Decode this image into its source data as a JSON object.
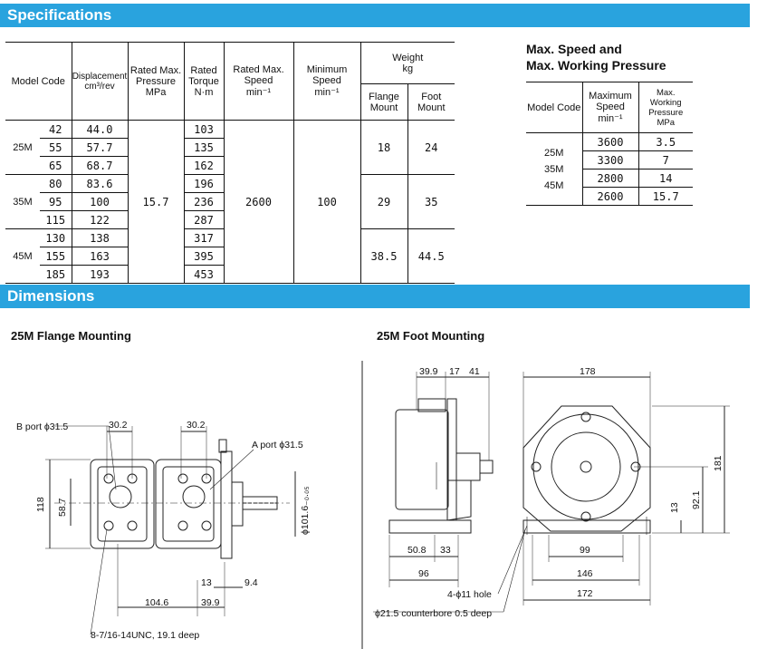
{
  "sections": {
    "specifications": "Specifications",
    "dimensions": "Dimensions"
  },
  "spec_table": {
    "headers": {
      "model_code": "Model Code",
      "displacement": "Displacement",
      "displacement_unit": "cm³/rev",
      "rated_pressure": "Rated Max. Pressure",
      "rated_pressure_unit": "MPa",
      "rated_torque": "Rated Torque",
      "rated_torque_unit": "N·m",
      "rated_speed": "Rated Max. Speed",
      "rated_speed_unit": "min⁻¹",
      "min_speed": "Minimum Speed",
      "min_speed_unit": "min⁻¹",
      "weight": "Weight",
      "weight_unit": "kg",
      "flange_mount": "Flange Mount",
      "foot_mount": "Foot Mount"
    },
    "groups": [
      {
        "model": "25M",
        "flange": "18",
        "foot": "24",
        "rows": [
          {
            "code": "42",
            "disp": "44.0",
            "torque": "103"
          },
          {
            "code": "55",
            "disp": "57.7",
            "torque": "135"
          },
          {
            "code": "65",
            "disp": "68.7",
            "torque": "162"
          }
        ]
      },
      {
        "model": "35M",
        "flange": "29",
        "foot": "35",
        "rows": [
          {
            "code": "80",
            "disp": "83.6",
            "torque": "196"
          },
          {
            "code": "95",
            "disp": "100",
            "torque": "236"
          },
          {
            "code": "115",
            "disp": "122",
            "torque": "287"
          }
        ]
      },
      {
        "model": "45M",
        "flange": "38.5",
        "foot": "44.5",
        "rows": [
          {
            "code": "130",
            "disp": "138",
            "torque": "317"
          },
          {
            "code": "155",
            "disp": "163",
            "torque": "395"
          },
          {
            "code": "185",
            "disp": "193",
            "torque": "453"
          }
        ]
      }
    ],
    "pressure": "15.7",
    "speed": "2600",
    "min_speed": "100"
  },
  "speed_table": {
    "title_line1": "Max. Speed and",
    "title_line2": "Max. Working Pressure",
    "headers": {
      "model_code": "Model Code",
      "max_speed": "Maximum Speed",
      "max_speed_unit": "min⁻¹",
      "max_pressure": "Max. Working Pressure",
      "max_pressure_unit": "MPa"
    },
    "models": [
      "25M",
      "35M",
      "45M"
    ],
    "rows": [
      {
        "speed": "3600",
        "pressure": "3.5"
      },
      {
        "speed": "3300",
        "pressure": "7"
      },
      {
        "speed": "2800",
        "pressure": "14"
      },
      {
        "speed": "2600",
        "pressure": "15.7"
      }
    ]
  },
  "drawings": {
    "flange_title": "25M Flange Mounting",
    "foot_title": "25M Foot Mounting",
    "flange_labels": {
      "b_port": "B port ϕ31.5",
      "a_port": "A port ϕ31.5",
      "d30_2_left": "30.2",
      "d30_2_right": "30.2",
      "d118": "118",
      "d58_7": "58.7",
      "d101_6": "ϕ101.6₋₀.₀₅",
      "d13": "13",
      "d9_4": "9.4",
      "d104_6": "104.6",
      "d39_9": "39.9",
      "thread_note": "8-7/16-14UNC, 19.1 deep"
    },
    "foot_labels": {
      "d39_9": "39.9",
      "d17": "17",
      "d41": "41",
      "d178": "178",
      "d181": "181",
      "d92_1": "92.1",
      "d13": "13",
      "d50_8": "50.8",
      "d33": "33",
      "d96": "96",
      "d99": "99",
      "d146": "146",
      "d172": "172",
      "hole_note": "4-ϕ11 hole",
      "counterbore_note": "ϕ21.5 counterbore 0.5 deep"
    }
  }
}
